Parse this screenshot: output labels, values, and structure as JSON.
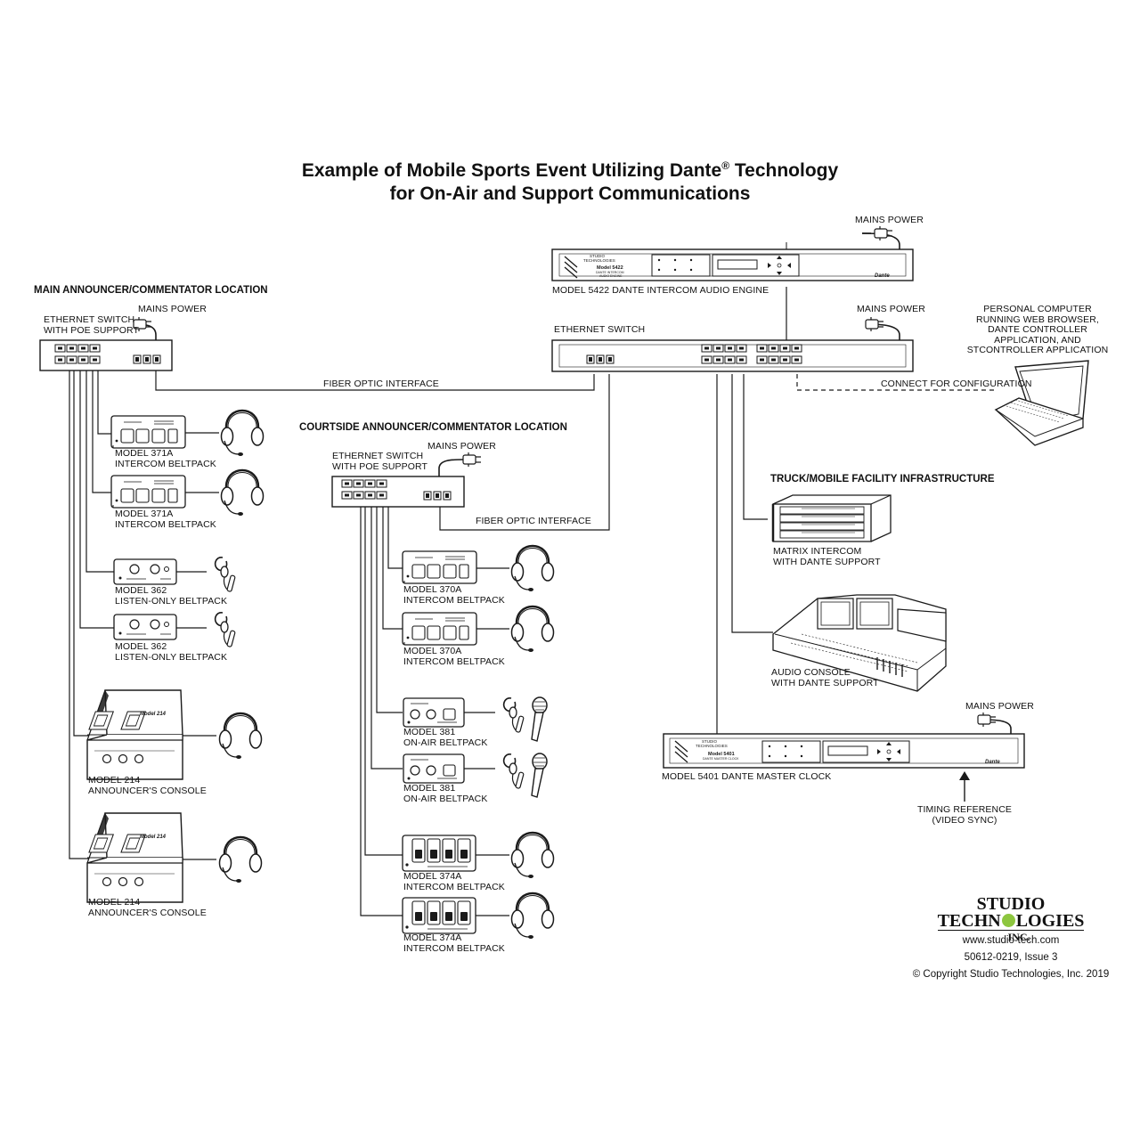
{
  "title": {
    "line1_prefix": "Example of Mobile Sports Event Utilizing Dante",
    "registered": "®",
    "line1_suffix": " Technology",
    "line2": "for On-Air and Support Communications"
  },
  "sections": {
    "main_announcer": "MAIN ANNOUNCER/COMMENTATOR LOCATION",
    "courtside": "COURTSIDE ANNOUNCER/COMMENTATOR LOCATION",
    "truck": "TRUCK/MOBILE FACILITY INFRASTRUCTURE"
  },
  "labels": {
    "mains_power": "MAINS POWER",
    "switch_poe_1": "ETHERNET SWITCH",
    "switch_poe_2": "WITH PoE SUPPORT",
    "ethernet_switch": "ETHERNET SWITCH",
    "fiber_optic": "FIBER OPTIC INTERFACE",
    "connect_config": "CONNECT FOR CONFIGURATION",
    "engine": "MODEL 5422 DANTE INTERCOM AUDIO ENGINE",
    "pc": [
      "PERSONAL COMPUTER",
      "RUNNING WEB BROWSER,",
      "DANTE CONTROLLER",
      "APPLICATION, AND",
      "STCONTROLLER APPLICATION"
    ],
    "m371a": [
      "MODEL 371A",
      "INTERCOM BELTPACK"
    ],
    "m362": [
      "MODEL 362",
      "LISTEN-ONLY BELTPACK"
    ],
    "m214": [
      "MODEL 214",
      "ANNOUNCER'S CONSOLE"
    ],
    "m370a": [
      "MODEL 370A",
      "INTERCOM BELTPACK"
    ],
    "m381": [
      "MODEL 381",
      "ON-AIR BELTPACK"
    ],
    "m374a": [
      "MODEL 374A",
      "INTERCOM BELTPACK"
    ],
    "matrix": [
      "MATRIX INTERCOM",
      "WITH DANTE SUPPORT"
    ],
    "console": [
      "AUDIO CONSOLE",
      "WITH DANTE SUPPORT"
    ],
    "clock": "MODEL 5401 DANTE MASTER CLOCK",
    "timing": [
      "TIMING REFERENCE",
      "(VIDEO SYNC)"
    ]
  },
  "device_text": {
    "studio": "STUDIO",
    "technologies": "TECHNOLOGIES",
    "model_5422": "Model 5422",
    "engine_sub1": "DANTE INTERCOM",
    "engine_sub2": "AUDIO ENGINE",
    "model_5401": "Model 5401",
    "clock_sub": "DANTE MASTER CLOCK",
    "dante": "Dante",
    "model_214": "Model 214"
  },
  "footer": {
    "logo_line1": "STUDIO",
    "logo_line2a": "TECHN",
    "logo_line2b": "LOGIES",
    "logo_line3": "INC.",
    "website": "www.studio-tech.com",
    "doc_number": "50612-0219, Issue 3",
    "copyright": "© Copyright Studio Technologies, Inc. 2019"
  },
  "colors": {
    "line": "#1a1a1a",
    "logo_accent": "#8dc63f"
  }
}
